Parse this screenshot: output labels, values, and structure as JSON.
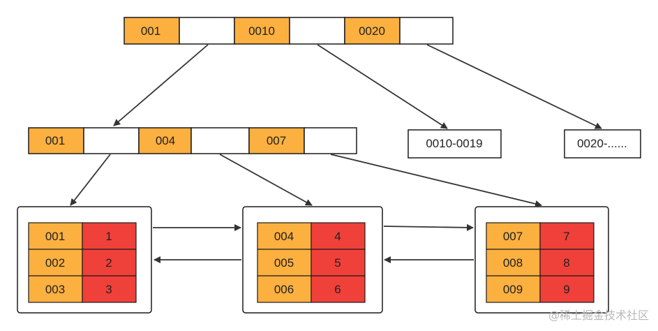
{
  "colors": {
    "key_fill": "#FBB040",
    "value_fill": "#F0403A",
    "empty_fill": "#FFFFFF",
    "stroke": "#1A1A1A",
    "arrow": "#333333"
  },
  "root_node": {
    "keys": [
      "001",
      "0010",
      "0020"
    ]
  },
  "internal_node": {
    "keys": [
      "001",
      "004",
      "007"
    ]
  },
  "range_nodes": {
    "r1": "0010-0019",
    "r2": "0020-......"
  },
  "leaf_pages": [
    {
      "rows": [
        {
          "key": "001",
          "value": "1"
        },
        {
          "key": "002",
          "value": "2"
        },
        {
          "key": "003",
          "value": "3"
        }
      ]
    },
    {
      "rows": [
        {
          "key": "004",
          "value": "4"
        },
        {
          "key": "005",
          "value": "5"
        },
        {
          "key": "006",
          "value": "6"
        }
      ]
    },
    {
      "rows": [
        {
          "key": "007",
          "value": "7"
        },
        {
          "key": "008",
          "value": "8"
        },
        {
          "key": "009",
          "value": "9"
        }
      ]
    }
  ],
  "watermark": "@稀土掘金技术社区"
}
